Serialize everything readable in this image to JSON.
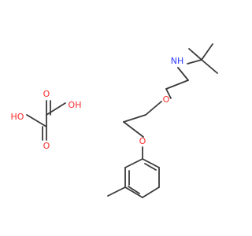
{
  "structure": {
    "atoms": {
      "nh": "NH",
      "o_upper": "O",
      "o_lower": "O",
      "oxalic_ho_left": "HO",
      "oxalic_oh_right": "OH",
      "oxalic_o_top": "O",
      "oxalic_o_bottom": "O"
    },
    "colors": {
      "bond": "#3a3a3a",
      "oxygen": "#ff2a2a",
      "nitrogen": "#2f3aff"
    }
  }
}
